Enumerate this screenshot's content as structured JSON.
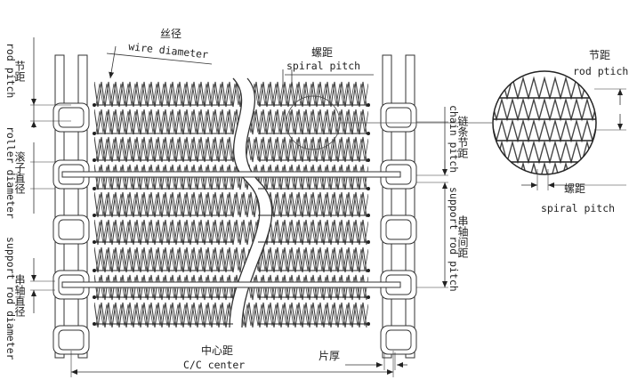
{
  "labels": {
    "wire_diameter_cn": "丝径",
    "wire_diameter_en": "wire diameter",
    "spiral_pitch_cn": "螺距",
    "spiral_pitch_en": "spiral pitch",
    "rod_pitch_cn": "节距",
    "rod_pitch_en": "rod pitch",
    "chain_pitch_cn": "链条节距",
    "chain_pitch_en": "chain pitch",
    "roller_diameter_cn": "滚子直径",
    "roller_diameter_en": "roller diameter",
    "support_rod_pitch_cn": "串轴间距",
    "support_rod_pitch_en": "support rod pitch",
    "support_rod_diameter_cn": "串轴直径",
    "support_rod_diameter_en": "support rod diameter",
    "cc_center_cn": "中心距",
    "cc_center_en": "C/C center",
    "plate_thickness_cn": "片厚",
    "detail_rod_pitch_cn": "节距",
    "detail_rod_pitch_en": "rod ptich",
    "detail_spiral_pitch_cn": "螺距",
    "detail_spiral_pitch_en": "spiral pitch"
  },
  "colors": {
    "line": "#333333",
    "mesh": "#444444",
    "background": "#ffffff"
  }
}
